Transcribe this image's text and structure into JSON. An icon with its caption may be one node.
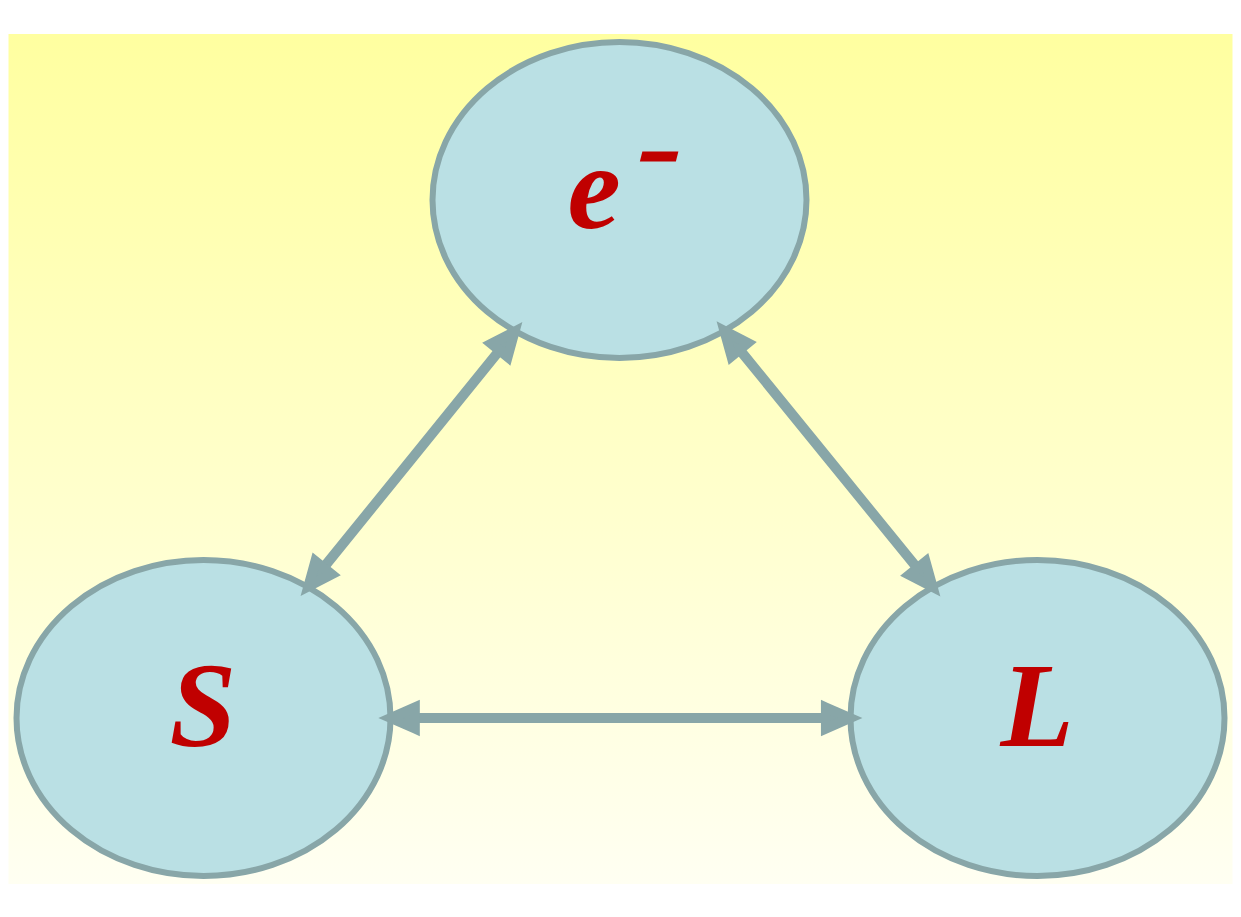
{
  "diagram": {
    "nodes": [
      {
        "text": [
          "e⁻"
        ]
      },
      {
        "text": [
          "S"
        ]
      },
      {
        "text": [
          "L"
        ]
      }
    ],
    "edges": [
      {
        "from": 0,
        "to": 1,
        "arrow": "both"
      },
      {
        "from": 0,
        "to": 2,
        "arrow": "both"
      },
      {
        "from": 1,
        "to": 2,
        "arrow": "both"
      }
    ]
  }
}
